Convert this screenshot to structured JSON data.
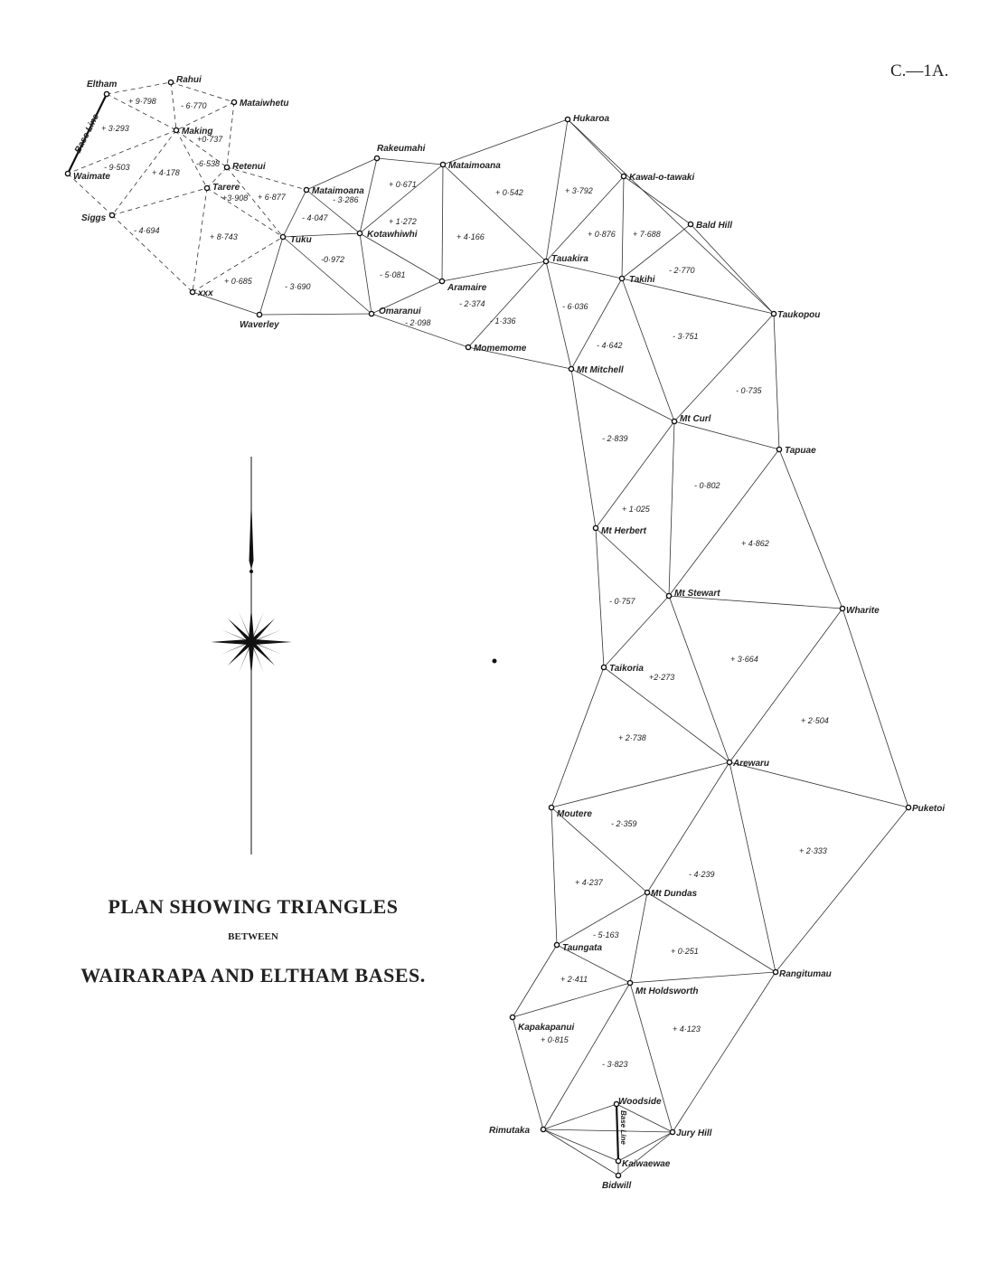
{
  "sheet_ref": "C.—1A.",
  "title": {
    "line1": "PLAN SHOWING TRIANGLES",
    "line2": "BETWEEN",
    "line3": "WAIRARAPA AND ELTHAM BASES."
  },
  "base_line_label": "Base Line",
  "stations": [
    "Eltham",
    "Rahui",
    "Mataiwhetu",
    "Making",
    "Retenui",
    "Waimate",
    "Tarere",
    "Siggs",
    "Mataimoana",
    "Tuku",
    "xxx",
    "Waverley",
    "Rakeumahi",
    "Mataimoana ",
    "Kotawhiwhi",
    "Omaranui",
    "Aramaire",
    "Hukaroa",
    "Kawal-o-tawaki",
    "Bald Hill",
    "Tauakira",
    "Takihi",
    "Momemome",
    "Mt Mitchell",
    "Taukopou",
    "Mt Curl",
    "Tapuae",
    "Mt Herbert",
    "Mt Stewart",
    "Wharite",
    "Taikoria",
    "Arewaru",
    "Puketoi",
    "Moutere",
    "Mt Dundas",
    "Taungata",
    "Rangitumau",
    "Mt Holdsworth",
    "Kapakapanui",
    "Woodside",
    "Rimutaka",
    "Jury Hill",
    "Kaiwaewae",
    "Bidwill"
  ],
  "misclosures": [
    "+ 9·798",
    "- 6·770",
    "+ 3·293",
    "+0·737",
    "- 9·503",
    "+ 4·178",
    "-6·538",
    "+3·908",
    "+ 6·877",
    "- 4·694",
    "+ 8·743",
    "+ 0·685",
    "- 3·690",
    "- 3·286",
    "- 4·047",
    "-0·972",
    "+ 0·671",
    "+ 1·272",
    "+ 4·166",
    "- 5·081",
    "- 2·098",
    "+ 0·542",
    "+ 3·792",
    "+ 0·876",
    "+ 7·688",
    "- 2·374",
    "- 1·336",
    "- 6·036",
    "- 2·770",
    "- 4·642",
    "- 3·751",
    "- 0·735",
    "- 2·839",
    "- 0·802",
    "+ 1·025",
    "+ 4·862",
    "- 0·757",
    "+ 3·664",
    "+2·273",
    "+ 2·504",
    "+ 2·738",
    "- 2·359",
    "+ 2·333",
    "- 4·239",
    "+ 4·237",
    "- 5·163",
    "+ 0·251",
    "+ 2·411",
    "+ 4·123",
    "+ 0·815",
    "- 3·823"
  ]
}
